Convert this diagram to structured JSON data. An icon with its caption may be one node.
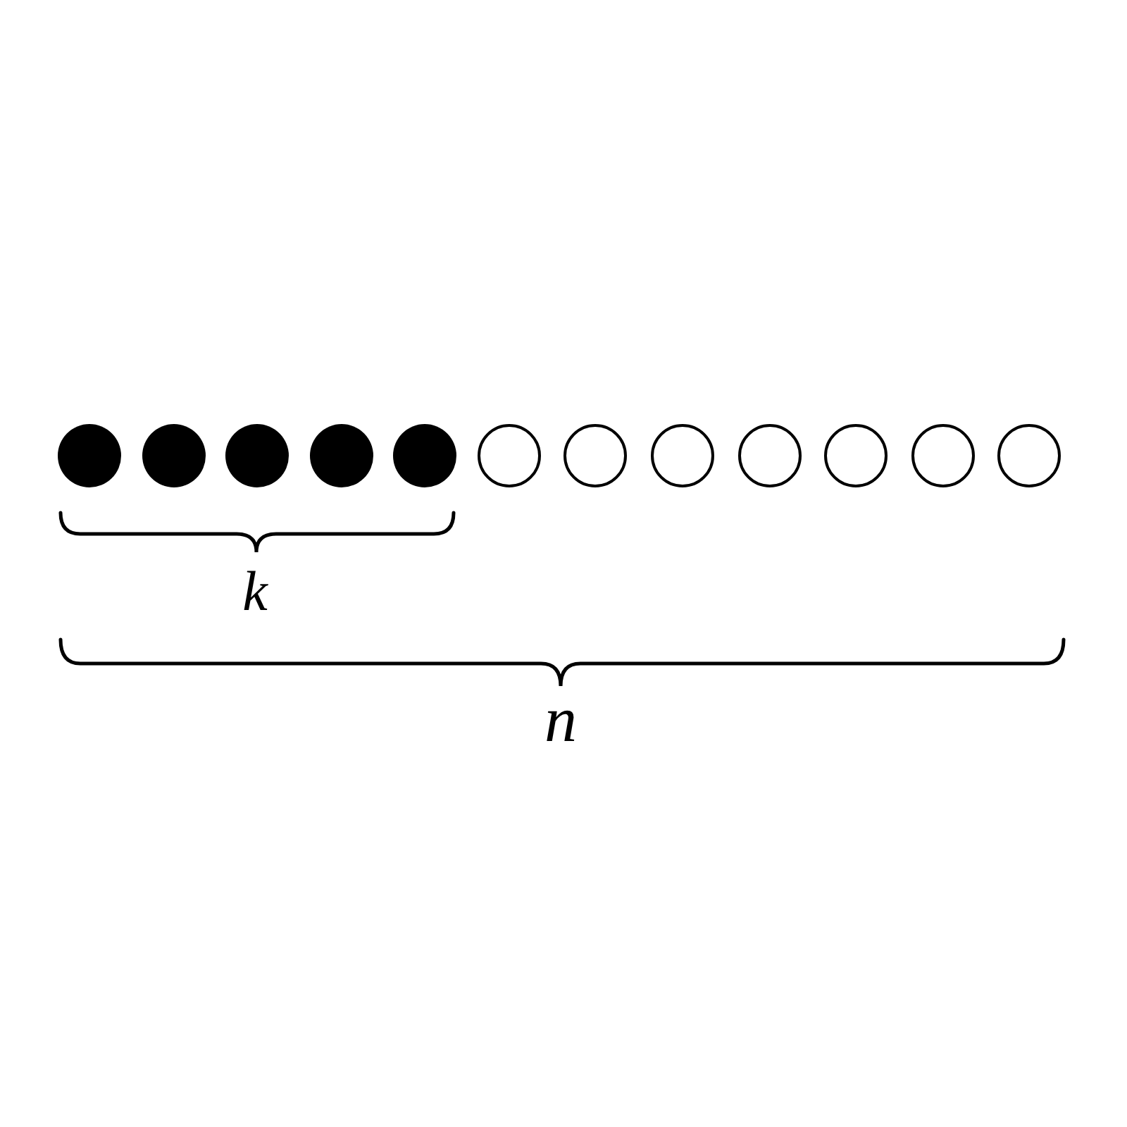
{
  "diagram": {
    "nodes": [
      {
        "text": [],
        "shape": "dot"
      },
      {
        "text": [],
        "shape": "dot"
      },
      {
        "text": [],
        "shape": "dot"
      },
      {
        "text": [],
        "shape": "dot"
      },
      {
        "text": [],
        "shape": "dot"
      },
      {
        "text": [],
        "shape": "circle"
      },
      {
        "text": [],
        "shape": "circle"
      },
      {
        "text": [],
        "shape": "circle"
      },
      {
        "text": [],
        "shape": "circle"
      },
      {
        "text": [],
        "shape": "circle"
      },
      {
        "text": [],
        "shape": "circle"
      },
      {
        "text": [],
        "shape": "circle"
      }
    ],
    "labels": [
      "k",
      "n"
    ]
  }
}
